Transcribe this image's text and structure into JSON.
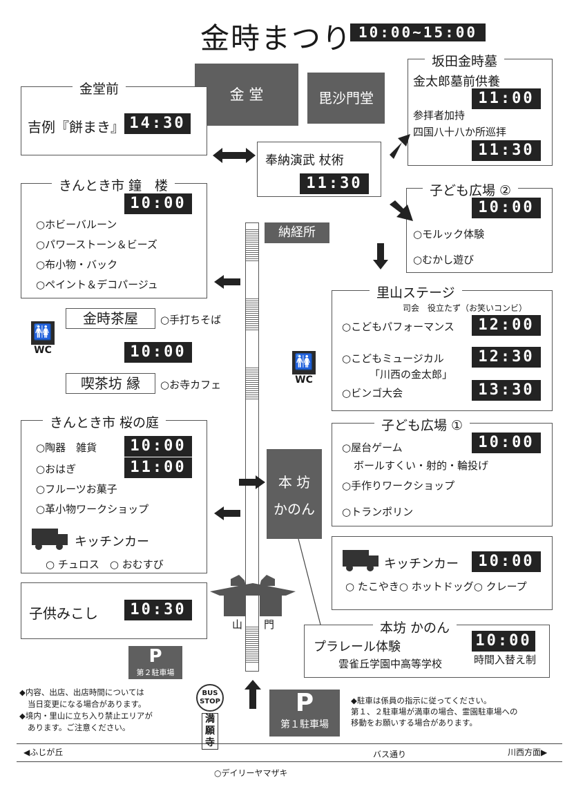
{
  "title": "金時まつり",
  "hours": "10:00~15:00",
  "buildings": {
    "kondo": "金 堂",
    "bishamon": "毘沙門堂",
    "noukyo": "納経所",
    "honbo": [
      "本 坊",
      "かのん"
    ],
    "sanmon": [
      "山",
      "門"
    ]
  },
  "kondomae": {
    "legend": "金堂前",
    "event": "吉例『餅まき』",
    "time": "14:30"
  },
  "sakata": {
    "legend": "坂田金時墓",
    "event1": "金太郎墓前供養",
    "time1": "11:00",
    "event2a": "参拝者加持",
    "event2b": "四国八十八か所巡拝",
    "time2": "11:30"
  },
  "hounou": {
    "event": "奉納演武 杖術",
    "time": "11:30"
  },
  "shorou": {
    "legend": "きんとき市 鐘　楼",
    "time": "10:00",
    "items": [
      "○ホビーバルーン",
      "○パワーストーン＆ビーズ",
      "○布小物・バック",
      "○ペイント＆デコパージュ"
    ]
  },
  "kodomo2": {
    "legend": "子ども広場 ②",
    "time": "10:00",
    "items": [
      "○モルック体験",
      "○むかし遊び"
    ]
  },
  "chaya": {
    "name": "金時茶屋",
    "desc": "○手打ちそば",
    "time": "10:00"
  },
  "kissa": {
    "name": "喫茶坊 縁",
    "desc": "○お寺カフェ"
  },
  "wc": "WC",
  "satoyama": {
    "legend": "里山ステージ",
    "mc": "司会　役立たず（お笑いコンビ）",
    "items": [
      {
        "label": "○こどもパフォーマンス",
        "time": "12:00"
      },
      {
        "label": "○こどもミュージカル",
        "sub": "「川西の金太郎」",
        "time": "12:30"
      },
      {
        "label": "○ビンゴ大会",
        "time": "13:30"
      }
    ]
  },
  "sakura": {
    "legend": "きんとき市 桜の庭",
    "items": [
      {
        "label": "○陶器　雑貨",
        "time": "10:00"
      },
      {
        "label": "○おはぎ",
        "time": "11:00"
      },
      {
        "label": "○フルーツお菓子"
      },
      {
        "label": "○革小物ワークショップ"
      }
    ],
    "kitchen": "キッチンカー",
    "food": "○ チュロス　○ おむすび"
  },
  "kodomo1": {
    "legend": "子ども広場 ①",
    "time": "10:00",
    "item1": "○屋台ゲーム",
    "item1sub": "ボールすくい・射的・輪投げ",
    "item2": "○手作りワークショップ",
    "item3": "○トランポリン"
  },
  "kitchen2": {
    "label": "キッチンカー",
    "time": "10:00",
    "food": "○ たこやき○ ホットドッグ○ クレープ"
  },
  "mikoshi": {
    "event": "子供みこし",
    "time": "10:30"
  },
  "kanon": {
    "legend": "本坊 かのん",
    "event": "プラレール体験",
    "school": "雲雀丘学園中高等学校",
    "time": "10:00",
    "note": "時間入替え制"
  },
  "parking2": {
    "p": "P",
    "label": "第２駐車場"
  },
  "parking1": {
    "p": "P",
    "label": "第１駐車場"
  },
  "bus": {
    "top": "BUS",
    "stop": "STOP",
    "name": [
      "満",
      "願",
      "寺"
    ]
  },
  "notes_left": [
    "◆内容、出店、出店時間については",
    "当日変更になる場合があります。",
    "◆境内・里山に立ち入り禁止エリアが",
    "あります。ご注意ください。"
  ],
  "notes_right": [
    "◆駐車は係員の指示に従ってください。",
    "第１、２駐車場が満車の場合、霊園駐車場への",
    "移動をお願いする場合があります。"
  ],
  "road": {
    "left": "◀ふじが丘",
    "center": "バス通り",
    "right": "川西方面▶",
    "shop": "○デイリーヤマザキ"
  }
}
